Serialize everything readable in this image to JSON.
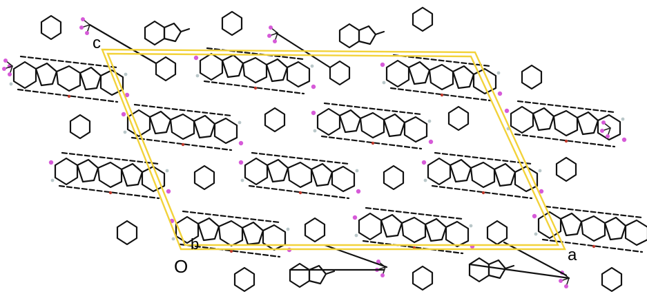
{
  "axes": {
    "origin": "O",
    "a": "a",
    "b": "b",
    "c": "c"
  },
  "colors": {
    "unit_cell": "#f2d23a",
    "bonds": "#111111",
    "fluorine": "#d65ad8",
    "oxygen": "#c0392b",
    "hydrogen": "#b9c7c9"
  }
}
